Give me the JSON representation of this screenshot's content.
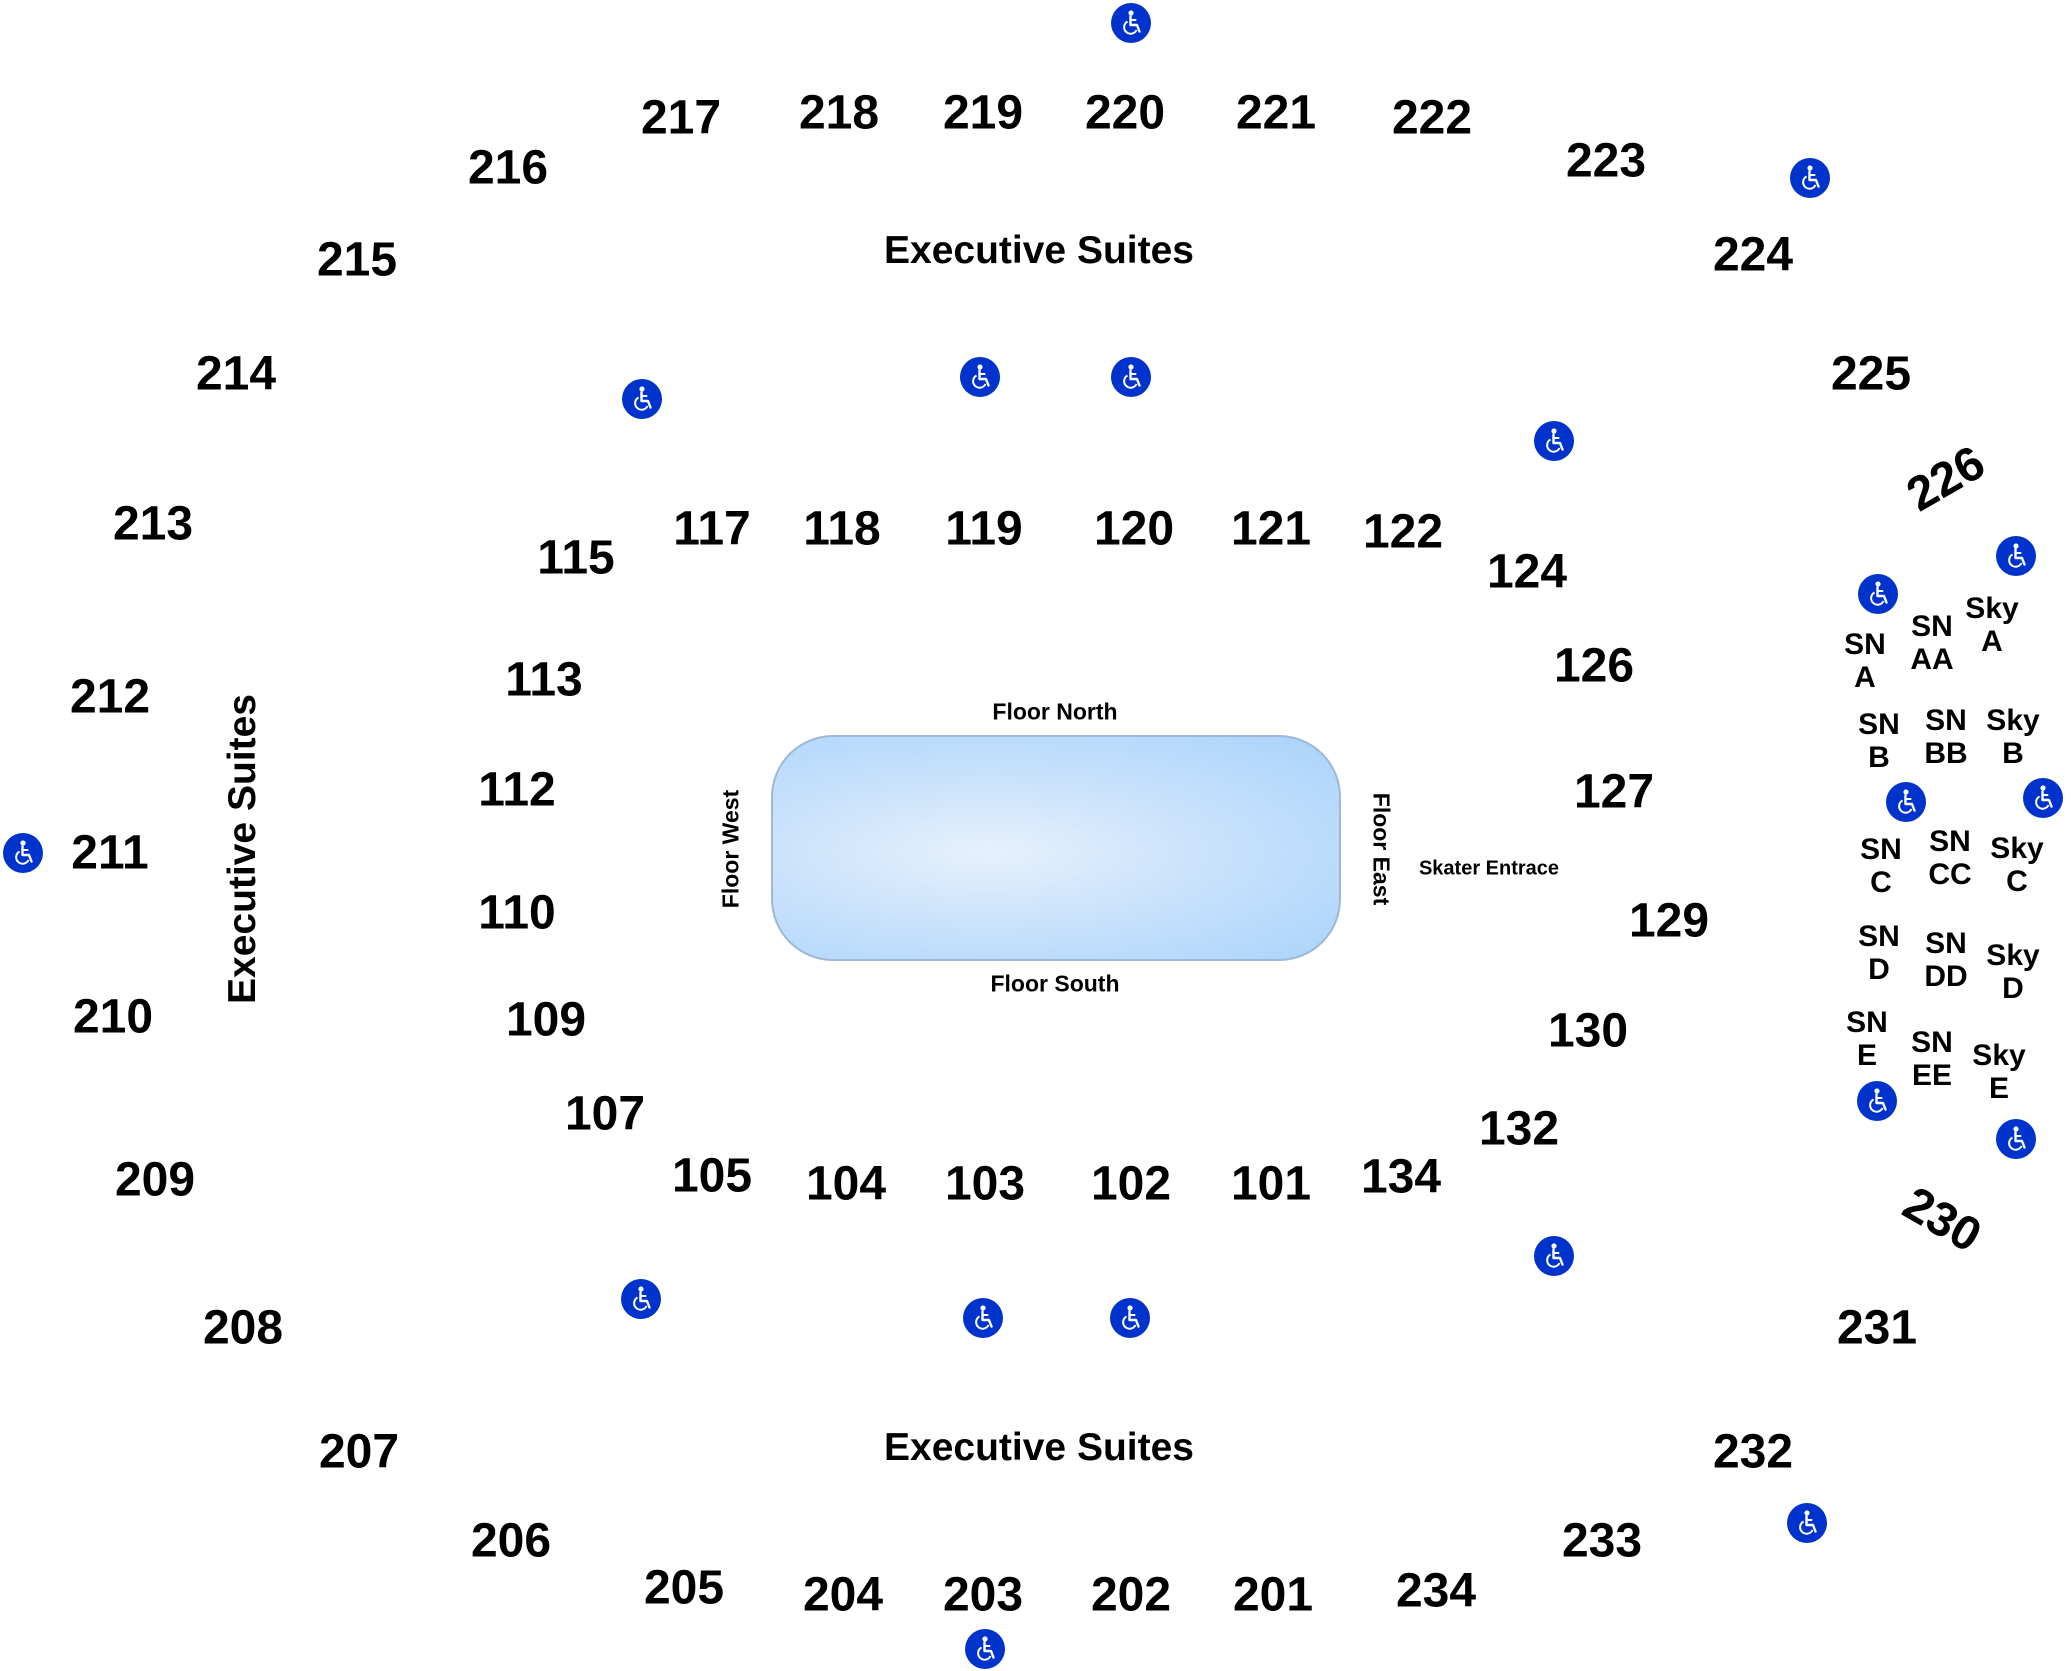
{
  "colors": {
    "accessible": "#0033cc",
    "rink_fill": "#b7daf9",
    "rink_border": "#9fb8d6",
    "text": "#000000"
  },
  "sections": [
    "217",
    "218",
    "219",
    "220",
    "221",
    "222",
    "223",
    "224",
    "225",
    "226",
    "216",
    "215",
    "214",
    "213",
    "212",
    "211",
    "210",
    "209",
    "208",
    "207",
    "206",
    "205",
    "204",
    "203",
    "202",
    "201",
    "234",
    "233",
    "232",
    "231",
    "230",
    "115",
    "117",
    "118",
    "119",
    "120",
    "121",
    "122",
    "124",
    "126",
    "127",
    "129",
    "130",
    "132",
    "134",
    "101",
    "102",
    "103",
    "104",
    "105",
    "107",
    "109",
    "110",
    "112",
    "113"
  ],
  "suites": [
    {
      "line1": "SN",
      "line2": "A"
    },
    {
      "line1": "SN",
      "line2": "AA"
    },
    {
      "line1": "Sky",
      "line2": "A"
    },
    {
      "line1": "SN",
      "line2": "B"
    },
    {
      "line1": "SN",
      "line2": "BB"
    },
    {
      "line1": "Sky",
      "line2": "B"
    },
    {
      "line1": "SN",
      "line2": "C"
    },
    {
      "line1": "SN",
      "line2": "CC"
    },
    {
      "line1": "Sky",
      "line2": "C"
    },
    {
      "line1": "SN",
      "line2": "D"
    },
    {
      "line1": "SN",
      "line2": "DD"
    },
    {
      "line1": "Sky",
      "line2": "D"
    },
    {
      "line1": "SN",
      "line2": "E"
    },
    {
      "line1": "SN",
      "line2": "EE"
    },
    {
      "line1": "Sky",
      "line2": "E"
    }
  ],
  "executive_suites": {
    "top": "Executive Suites",
    "bottom": "Executive Suites",
    "left": "Executive Suites"
  },
  "floor": {
    "north": "Floor North",
    "south": "Floor South",
    "west": "Floor West",
    "east": "Floor East",
    "skater_entrance": "Skater Entrace"
  },
  "accessible_icon": "wheelchair-icon",
  "accessible_count": 19
}
